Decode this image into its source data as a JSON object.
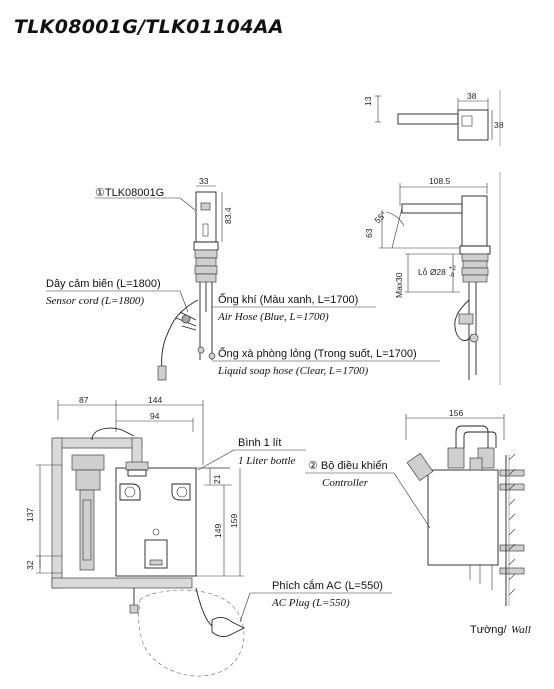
{
  "title": "TLK08001G/TLK01104AA",
  "top_view": {
    "dim_height": "13",
    "dim_width": "38",
    "dim_side": "38"
  },
  "sensor": {
    "label": "①TLK08001G",
    "dim_width": "33",
    "dim_height": "83.4"
  },
  "side_view": {
    "dim_reach": "108.5",
    "dim_63": "63",
    "dim_angle": "55°",
    "dim_max30": "Max30",
    "hole_label": "Lỗ Ø28",
    "hole_tol_plus": "+2",
    "hole_tol_minus": "-0"
  },
  "callouts": {
    "sensor_cord_vi": "Dây cảm biến (L=1800)",
    "sensor_cord_en": "Sensor cord (L=1800)",
    "air_hose_vi": "Ống khí (Màu xanh, L=1700)",
    "air_hose_en": "Air Hose (Blue, L=1700)",
    "soap_hose_vi": "Ống xà phòng lỏng (Trong suốt, L=1700)",
    "soap_hose_en": "Liquid soap hose (Clear, L=1700)",
    "bottle_vi": "Bình 1 lít",
    "bottle_en": "1 Liter bottle",
    "controller_vi": "② Bộ điều khiển",
    "controller_en": "Controller",
    "ac_plug_vi": "Phích cắm AC (L=550)",
    "ac_plug_en": "AC Plug (L=550)",
    "wall_vi": "Tường/",
    "wall_en": "Wall"
  },
  "bottle_dims": {
    "d87": "87",
    "d144": "144",
    "d94": "94",
    "d137": "137",
    "d32": "32",
    "d21": "21",
    "d149": "149",
    "d159": "159"
  },
  "controller_dims": {
    "d156": "156"
  }
}
